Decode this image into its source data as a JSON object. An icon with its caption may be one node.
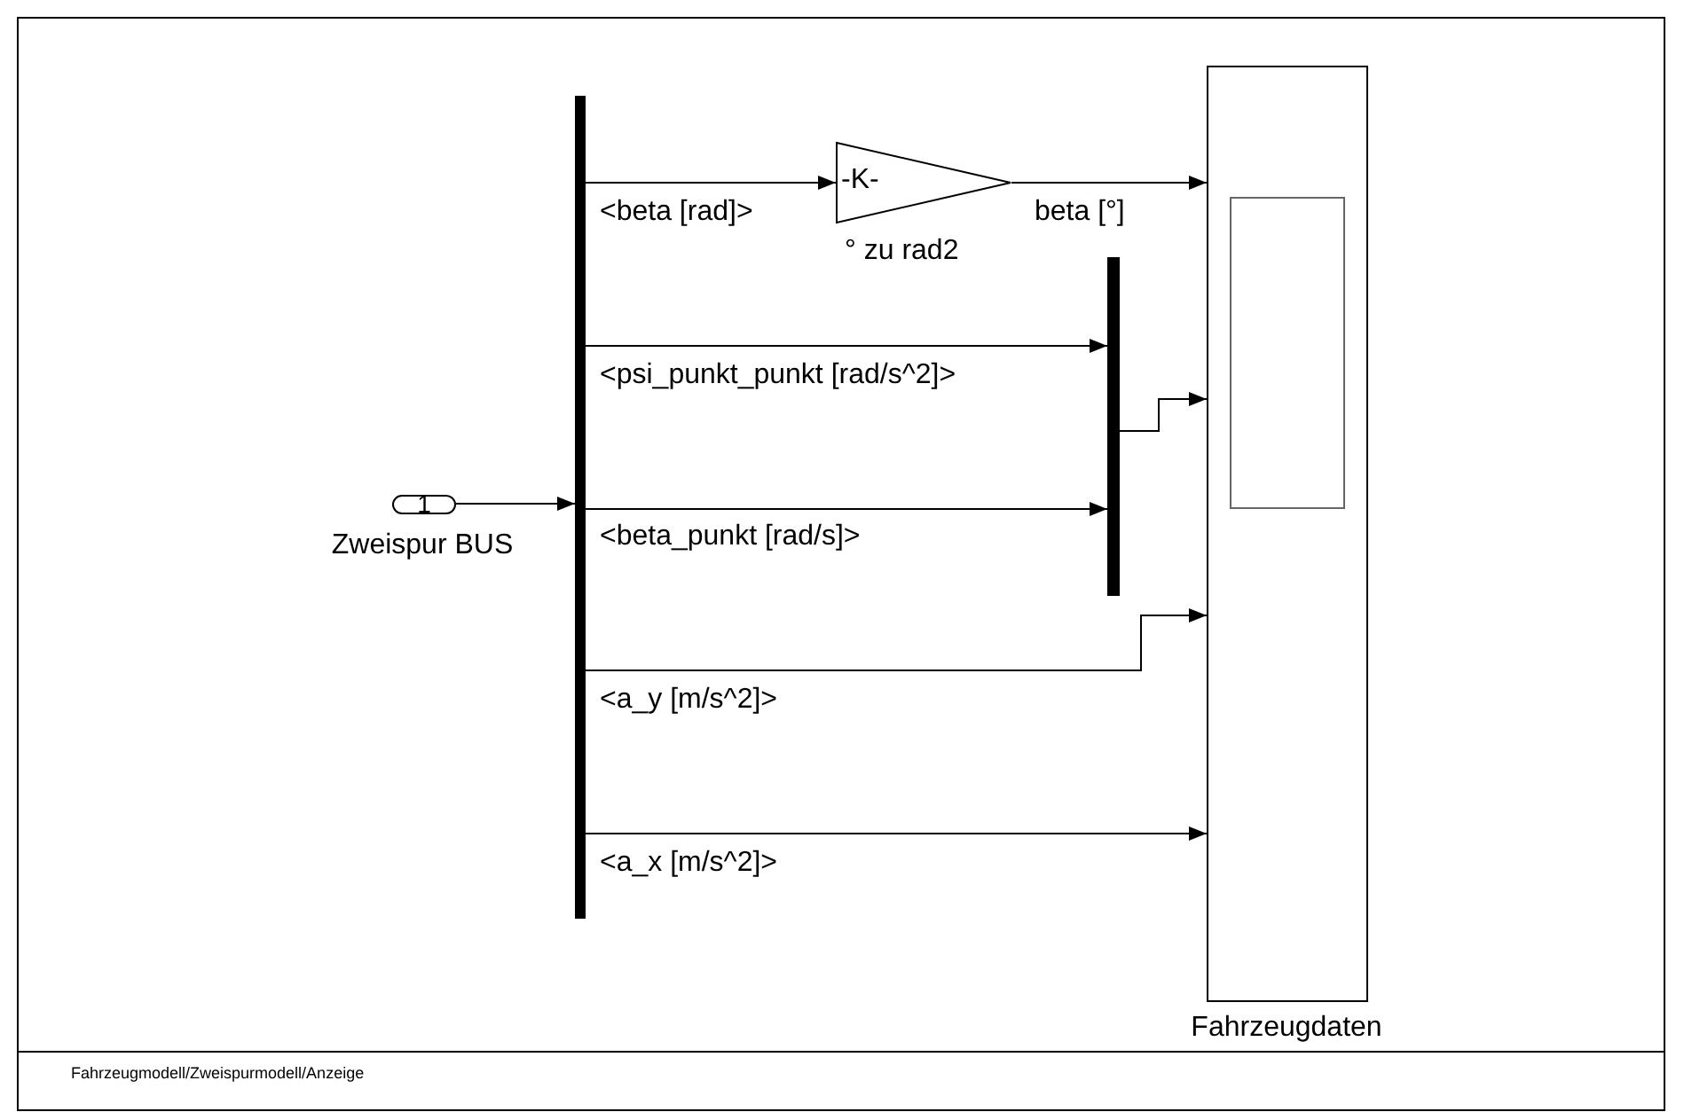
{
  "diagram": {
    "nodes": [
      {
        "text": [
          "1"
        ],
        "beside": [
          "Zweispur BUS"
        ]
      },
      {
        "text": [],
        "shape": "bar"
      },
      {
        "text": [
          "-K-"
        ],
        "beside": [
          "° zu rad2"
        ]
      },
      {
        "text": [],
        "shape": "bar"
      },
      {
        "text": [
          "Fahrzeugdaten"
        ]
      }
    ],
    "edges": [
      {
        "from": 0,
        "to": 1,
        "arrow": "to"
      },
      {
        "from": 1,
        "to": 2,
        "label": "<beta [rad]>",
        "arrow": "to"
      },
      {
        "from": 2,
        "to": 4,
        "label": "beta [°]",
        "arrow": "to"
      },
      {
        "from": 1,
        "to": 3,
        "label": "<psi_punkt_punkt [rad/s^2]>",
        "arrow": "to"
      },
      {
        "from": 1,
        "to": 3,
        "label": "<beta_punkt [rad/s]>",
        "arrow": "to"
      },
      {
        "from": 3,
        "to": 4,
        "arrow": "to"
      },
      {
        "from": 1,
        "to": 4,
        "label": "<a_y [m/s^2]>",
        "arrow": "to"
      },
      {
        "from": 1,
        "to": 4,
        "label": "<a_x [m/s^2]>",
        "arrow": "to"
      }
    ],
    "labels": [
      "Fahrzeugmodell/Zweispurmodell/Anzeige"
    ]
  }
}
